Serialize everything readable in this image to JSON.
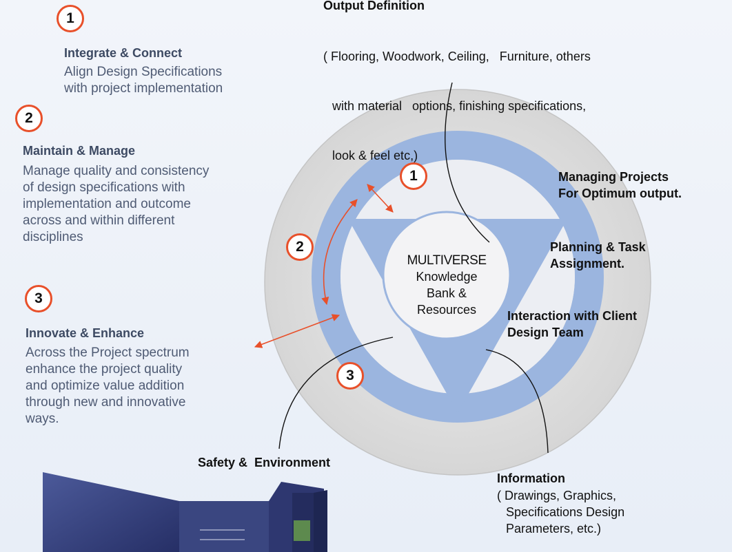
{
  "left_panel": {
    "item1": {
      "number": "1",
      "title": "Integrate & Connect",
      "desc_lines": [
        "Align Design Specifications",
        "with project implementation"
      ]
    },
    "item2": {
      "number": "2",
      "title": "Maintain & Manage",
      "desc_lines": [
        "Manage quality and consistency",
        "of design specifications with",
        "implementation and outcome",
        "across and within different",
        "disciplines"
      ]
    },
    "item3": {
      "number": "3",
      "title": "Innovate & Enhance",
      "desc_lines": [
        "Across the Project spectrum",
        "enhance the project quality",
        "and optimize value addition",
        "through new and innovative",
        "ways."
      ]
    }
  },
  "output_definition": {
    "title": "Output Definition",
    "lines": [
      "( Flooring, Woodwork, Ceiling,   Furniture, others",
      "with material   options, finishing specifications,",
      "look & feel etc,)"
    ]
  },
  "center": {
    "title": "MULTIVERSE",
    "lines": [
      "Knowledge",
      "Bank &",
      "Resources"
    ]
  },
  "ring_numbers": [
    "1",
    "2",
    "3"
  ],
  "right_labels": {
    "managing": [
      "Managing Projects",
      "For Optimum output."
    ],
    "planning": [
      "Planning & Task",
      "Assignment."
    ],
    "interaction": [
      "Interaction with Client",
      "Design Team"
    ]
  },
  "safety": "Safety &  Environment",
  "information": {
    "title": "Information",
    "lines": [
      "( Drawings, Graphics,",
      "Specifications Design",
      "Parameters, etc.)"
    ]
  },
  "colors": {
    "accent": "#e8502a",
    "ring": "#9bb5df",
    "outer_disc": "#dcdcdc",
    "left_text": "#4f5b74"
  }
}
